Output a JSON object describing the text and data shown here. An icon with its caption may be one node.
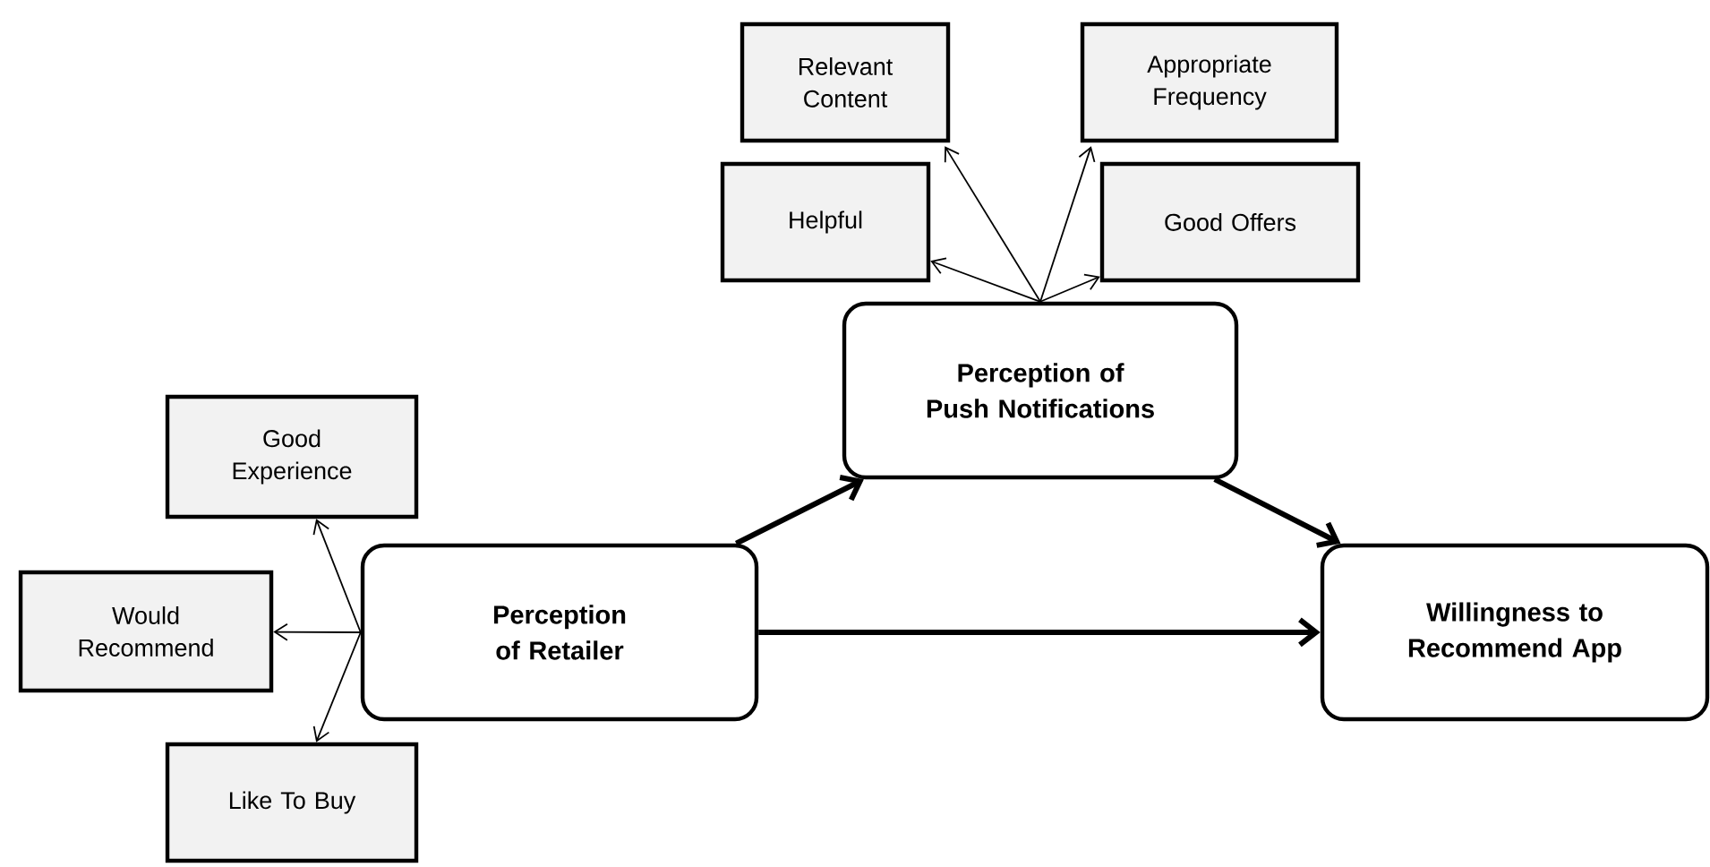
{
  "diagram": {
    "nodes": [
      {
        "text": [
          "Perception of Push Notifications"
        ]
      },
      {
        "text": [
          "Relevant Content"
        ]
      },
      {
        "text": [
          "Appropriate Frequency"
        ]
      },
      {
        "text": [
          "Helpful"
        ]
      },
      {
        "text": [
          "Good Offers"
        ]
      },
      {
        "text": [
          "Good Experience"
        ]
      },
      {
        "text": [
          "Perception of Retailer"
        ]
      },
      {
        "text": [
          "Would Recommend"
        ]
      },
      {
        "text": [
          "Like To Buy"
        ]
      },
      {
        "text": [
          "Willingness to Recommend App"
        ]
      }
    ],
    "edges": [
      {
        "from": 0,
        "to": 1,
        "arrow": "to"
      },
      {
        "from": 0,
        "to": 2,
        "arrow": "to"
      },
      {
        "from": 0,
        "to": 3,
        "arrow": "to"
      },
      {
        "from": 0,
        "to": 4,
        "arrow": "to"
      },
      {
        "from": 6,
        "to": 5,
        "arrow": "to"
      },
      {
        "from": 6,
        "to": 7,
        "arrow": "to"
      },
      {
        "from": 6,
        "to": 8,
        "arrow": "to"
      },
      {
        "from": 6,
        "to": 0,
        "arrow": "to",
        "style": "thick"
      },
      {
        "from": 0,
        "to": 9,
        "arrow": "to",
        "style": "thick"
      },
      {
        "from": 6,
        "to": 9,
        "arrow": "to",
        "style": "thick"
      }
    ]
  }
}
